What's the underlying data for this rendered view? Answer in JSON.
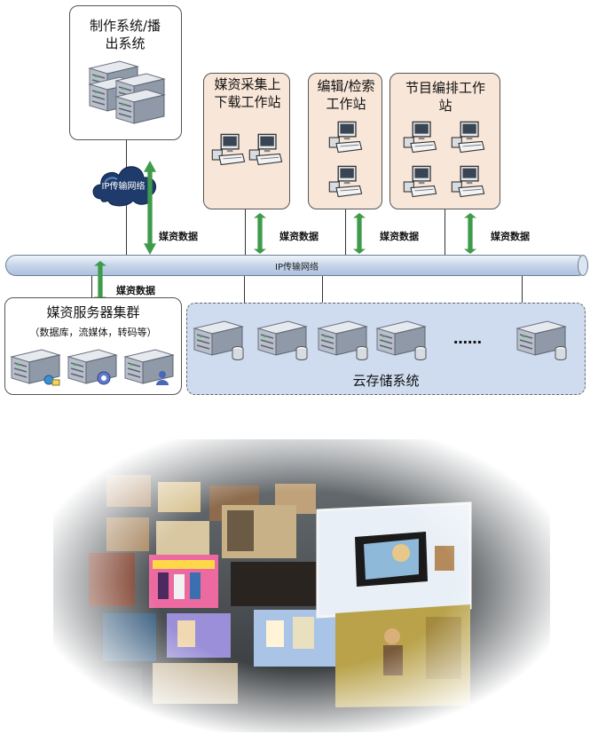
{
  "production_system": "制作系统/播出系统",
  "ip_network_cloud": "IP传输网络",
  "ingest_workstation": "媒资采集上下载工作站",
  "edit_search_workstation": "编辑/检索工作站",
  "program_scheduling_workstation": "节目编排工作站",
  "ip_network_backbone": "IP传输网络",
  "media_data_labels": [
    "媒资数据",
    "媒资数据",
    "媒资数据",
    "媒资数据",
    "媒资数据"
  ],
  "media_server_cluster": {
    "title": "媒资服务器集群",
    "subtitle": "（数据库，流媒体，转码等）"
  },
  "cloud_storage": {
    "title": "云存储系统",
    "ellipsis": "……"
  },
  "colors": {
    "arrow": "#3e9b4a",
    "workstation_fill": "#f8e6d8",
    "storage_fill": "#cfdcf0",
    "pipe": "#c3d2e8"
  }
}
